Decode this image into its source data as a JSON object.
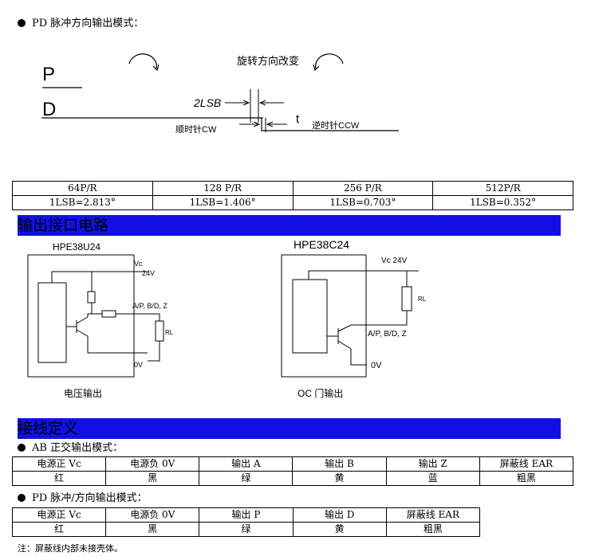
{
  "pd_title": "PD 脉冲方向输出模式：",
  "timing": {
    "p_label": "P",
    "d_label": "D",
    "reverse_label": "旋转方向改变",
    "lsb_label": "2LSB",
    "t_label": "t",
    "cw_label": "顺时针CW",
    "ccw_label": "逆时针CCW"
  },
  "resolution_table": {
    "headers": [
      "64P/R",
      "128 P/R",
      "256 P/R",
      "512P/R"
    ],
    "values": [
      "1LSB=2.813°",
      "1LSB=1.406°",
      "1LSB=0.703°",
      "1LSB=0.352°"
    ]
  },
  "output_section_title": "输出接口电路",
  "circuit_left": {
    "model": "HPE38U24",
    "vc_label": "Vc",
    "v24_label": "24V",
    "out_label": "A/P, B/D, Z",
    "rl_label": "RL",
    "ov_label": "0V",
    "caption": "电压输出"
  },
  "circuit_right": {
    "model": "HPE38C24",
    "vc_label": "Vc 24V",
    "rl_label": "RL",
    "out_label": "A/P, B/D, Z",
    "ov_label": "0V",
    "caption": "OC 门输出"
  },
  "wiring_section_title": "接线定义",
  "ab_title": "AB 正交输出模式：",
  "ab_table": {
    "headers": [
      "电源正 Vc",
      "电源负 0V",
      "输出 A",
      "输出 B",
      "输出 Z",
      "屏蔽线 EAR"
    ],
    "values": [
      "红",
      "黑",
      "绿",
      "黄",
      "蓝",
      "粗黑"
    ]
  },
  "pd_title2": "PD 脉冲/方向输出模式：",
  "pd_table": {
    "headers": [
      "电源正 Vc",
      "电源负 0V",
      "输出 P",
      "输出 D",
      "屏蔽线 EAR"
    ],
    "values": [
      "红",
      "黑",
      "绿",
      "黄",
      "粗黑"
    ]
  },
  "note": "注：屏蔽线内部未接壳体。"
}
